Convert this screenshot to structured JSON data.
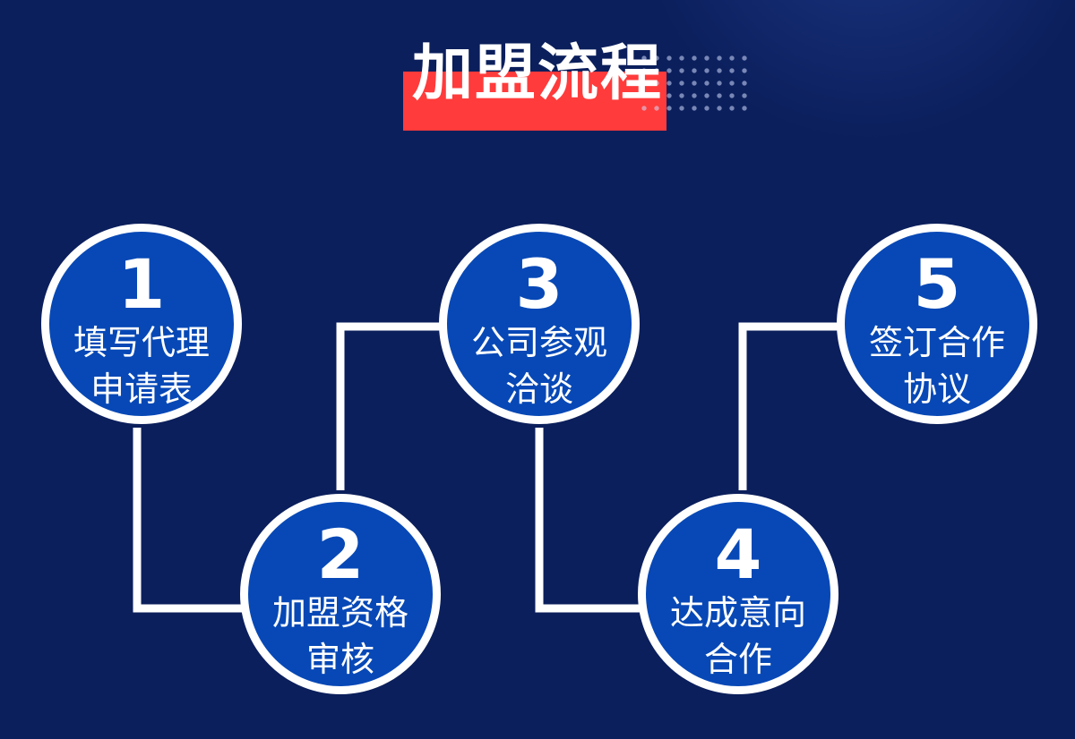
{
  "title": "加盟流程",
  "colors": {
    "background": "#0b1f5c",
    "circle_fill": "#0748b6",
    "accent": "#ff3b3b",
    "line": "#ffffff"
  },
  "steps": [
    {
      "number": "1",
      "line1": "填写代理",
      "line2": "申请表"
    },
    {
      "number": "2",
      "line1": "加盟资格",
      "line2": "审核"
    },
    {
      "number": "3",
      "line1": "公司参观",
      "line2": "洽谈"
    },
    {
      "number": "4",
      "line1": "达成意向",
      "line2": "合作"
    },
    {
      "number": "5",
      "line1": "签订合作",
      "line2": "协议"
    }
  ]
}
